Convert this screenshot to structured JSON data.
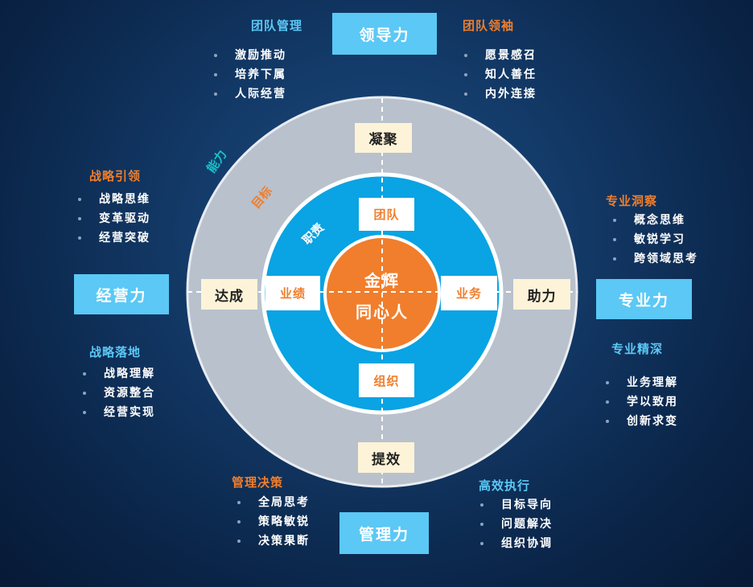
{
  "center": {
    "line1": "金辉",
    "line2": "同心人"
  },
  "ring_labels": {
    "outer": "能力",
    "middle": "目标",
    "inner": "职责"
  },
  "outer_ring_boxes": {
    "top": "凝聚",
    "left": "达成",
    "right": "助力",
    "bottom": "提效"
  },
  "inner_ring_boxes": {
    "top": "团队",
    "left": "业绩",
    "right": "业务",
    "bottom": "组织"
  },
  "capabilities": {
    "leadership": "领导力",
    "operation": "经营力",
    "professional": "专业力",
    "management": "管理力"
  },
  "groups": {
    "team_mgmt": {
      "title": "团队管理",
      "items": [
        "激励推动",
        "培养下属",
        "人际经营"
      ]
    },
    "team_lead": {
      "title": "团队领袖",
      "items": [
        "愿景感召",
        "知人善任",
        "内外连接"
      ]
    },
    "strategy_lead": {
      "title": "战略引领",
      "items": [
        "战略思维",
        "变革驱动",
        "经营突破"
      ]
    },
    "strategy_land": {
      "title": "战略落地",
      "items": [
        "战略理解",
        "资源整合",
        "经营实现"
      ]
    },
    "pro_insight": {
      "title": "专业洞察",
      "items": [
        "概念思维",
        "敏锐学习",
        "跨领域思考"
      ]
    },
    "pro_depth": {
      "title": "专业精深",
      "items": [
        "业务理解",
        "学以致用",
        "创新求变"
      ]
    },
    "mgmt_decision": {
      "title": "管理决策",
      "items": [
        "全局思考",
        "策略敏锐",
        "决策果断"
      ]
    },
    "efficient_exec": {
      "title": "高效执行",
      "items": [
        "目标导向",
        "问题解决",
        "组织协调"
      ]
    }
  },
  "colors": {
    "background": "#0f3561",
    "outer_ring": "#b9c1cc",
    "inner_ring": "#0aa3e3",
    "core": "#f07e2c",
    "capability_box": "#5bc8f5",
    "ring_box": "#fdf3d8",
    "heading_blue": "#5bc8f5",
    "heading_orange": "#f07e2c"
  }
}
